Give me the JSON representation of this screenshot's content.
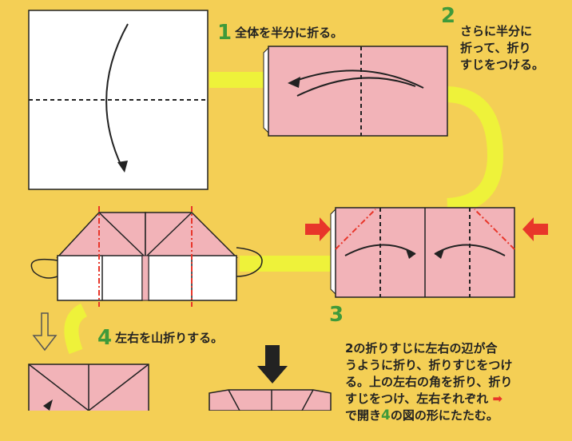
{
  "colors": {
    "background": "#f4cf55",
    "paper_pink": "#f2b3b8",
    "paper_white": "#ffffff",
    "path_yellow": "#eef23a",
    "step_number_green": "#3f9a3a",
    "fold_red": "#e8362a"
  },
  "steps": [
    {
      "number": "1",
      "text": "全体を半分に折る。"
    },
    {
      "number": "2",
      "text": "さらに半分に\n折って、折り\nすじをつける。"
    },
    {
      "number": "3",
      "text_before": "2の折りすじに左右の辺が合\nうように折り、折りすじをつけ\nる。上の左右の角を折り、折り\nすじをつけ、左右それぞれ",
      "arrow_glyph": "➡",
      "text_mid": "\nで開き",
      "ref_number": "4",
      "text_after": "の図の形にたたむ。"
    },
    {
      "number": "4",
      "text": "左右を山折りする。"
    }
  ]
}
